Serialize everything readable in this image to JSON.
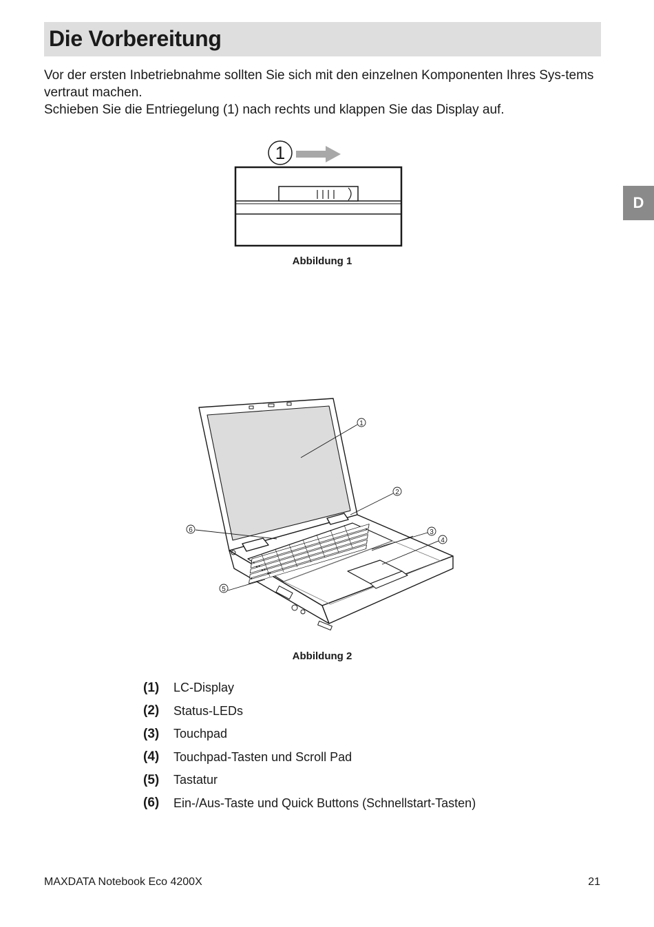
{
  "header": {
    "title": "Die Vorbereitung"
  },
  "side_tab": {
    "label": "D"
  },
  "intro": {
    "paragraph_1": "Vor der ersten Inbetriebnahme sollten Sie sich mit den einzelnen Komponenten Ihres Sys-tems vertraut machen.",
    "paragraph_2": "Schieben Sie die Entriegelung (1) nach rechts und klappen Sie das Display auf."
  },
  "figure1": {
    "caption": "Abbildung 1",
    "callout": "1"
  },
  "figure2": {
    "caption": "Abbildung 2",
    "callouts": [
      "1",
      "2",
      "3",
      "4",
      "5",
      "6"
    ]
  },
  "legend": [
    {
      "num": "(1)",
      "label": "LC-Display"
    },
    {
      "num": "(2)",
      "label": "Status-LEDs"
    },
    {
      "num": "(3)",
      "label": "Touchpad"
    },
    {
      "num": "(4)",
      "label": "Touchpad-Tasten und Scroll Pad"
    },
    {
      "num": "(5)",
      "label": "Tastatur"
    },
    {
      "num": "(6)",
      "label": "Ein-/Aus-Taste und Quick Buttons (Schnellstart-Tasten)"
    }
  ],
  "footer": {
    "product": "MAXDATA Notebook Eco 4200X",
    "page": "21"
  }
}
